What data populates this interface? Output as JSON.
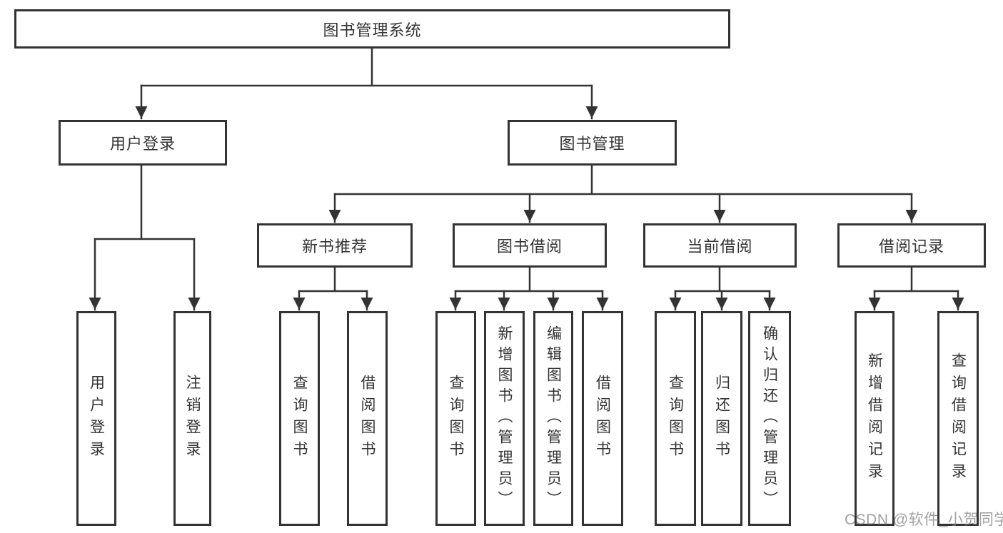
{
  "diagram": {
    "root": {
      "label": "图书管理系统"
    },
    "children": [
      {
        "label": "用户登录",
        "children": [
          {
            "label": "用户登录"
          },
          {
            "label": "注销登录"
          }
        ]
      },
      {
        "label": "图书管理",
        "children": [
          {
            "label": "新书推荐",
            "children": [
              {
                "label": "查询图书"
              },
              {
                "label": "借阅图书"
              }
            ]
          },
          {
            "label": "图书借阅",
            "children": [
              {
                "label": "查询图书"
              },
              {
                "label": "新增图书（管理员）"
              },
              {
                "label": "编辑图书（管理员）"
              },
              {
                "label": "借阅图书"
              }
            ]
          },
          {
            "label": "当前借阅",
            "children": [
              {
                "label": "查询图书"
              },
              {
                "label": "归还图书"
              },
              {
                "label": "确认归还（管理员）"
              }
            ]
          },
          {
            "label": "借阅记录",
            "children": [
              {
                "label": "新增借阅记录"
              },
              {
                "label": "查询借阅记录"
              }
            ]
          }
        ]
      }
    ]
  },
  "watermark": {
    "text": "CSDN @软件_小贺同学"
  },
  "colors": {
    "line": "#333333",
    "text": "#333333",
    "box_background": "#ffffff",
    "page_background": "#ffffff",
    "watermark": "#7d7d7d"
  }
}
